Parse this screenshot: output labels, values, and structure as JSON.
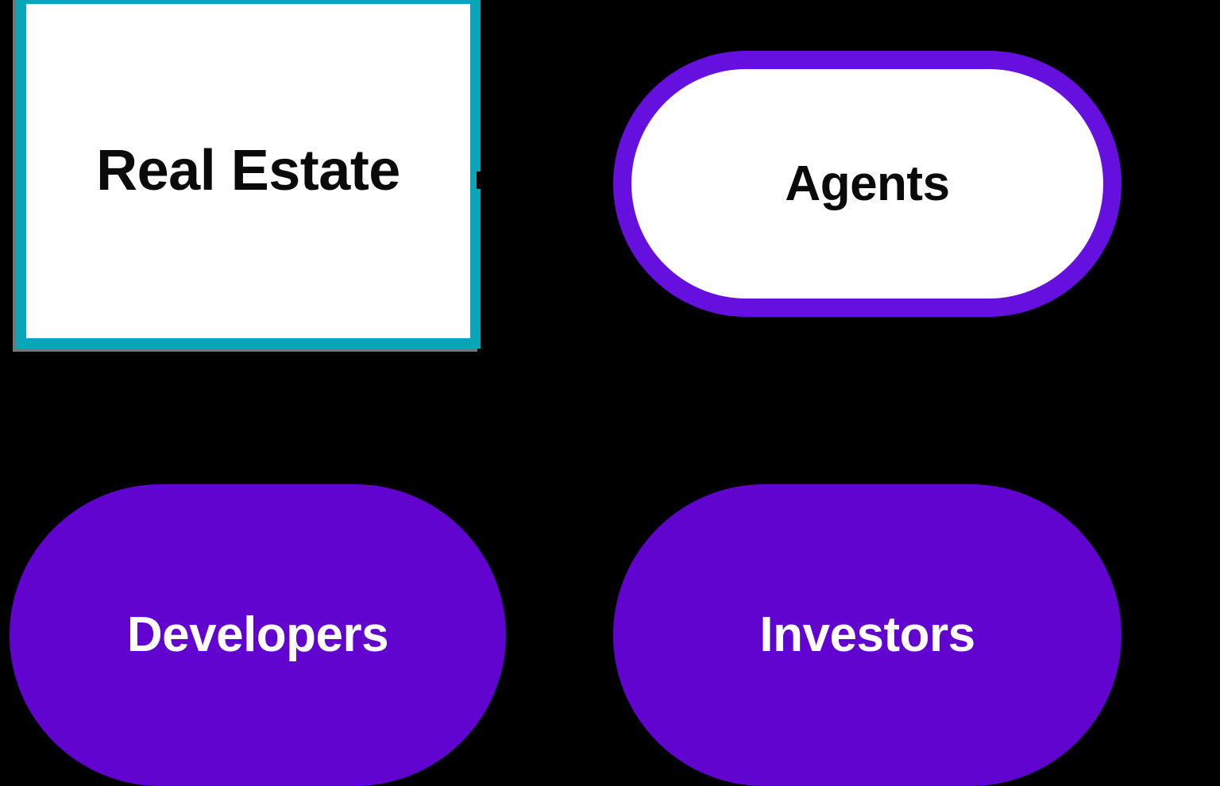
{
  "diagram": {
    "background_color": "#000000",
    "nodes": [
      {
        "id": "real-estate",
        "label": "Real Estate",
        "shape": "rectangle",
        "border_color": "#09A6B8",
        "fill_color": "#FFFFFF",
        "text_color": "#0A0A0A"
      },
      {
        "id": "agents",
        "label": "Agents",
        "shape": "pill-outline",
        "border_color": "#6610E0",
        "fill_color": "#FFFFFF",
        "text_color": "#0A0A0A"
      },
      {
        "id": "developers",
        "label": "Developers",
        "shape": "pill-solid",
        "border_color": "#6104D0",
        "fill_color": "#6104D0",
        "text_color": "#FFFFFF"
      },
      {
        "id": "investors",
        "label": "Investors",
        "shape": "pill-solid",
        "border_color": "#6104D0",
        "fill_color": "#6104D0",
        "text_color": "#FFFFFF"
      }
    ]
  }
}
